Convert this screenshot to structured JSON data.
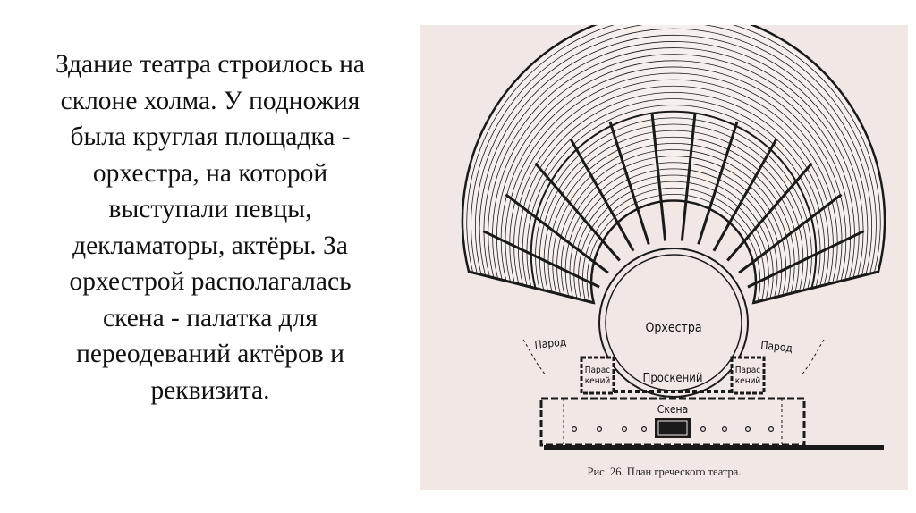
{
  "slide": {
    "text_lines": [
      "Здание театра строилось на",
      "склоне холма. У подножия",
      "была круглая площадка -",
      "орхестра, на которой",
      "выступали певцы,",
      "декламаторы, актёры. За",
      "орхестрой располагалась",
      "скена - палатка для",
      "переодеваний актёров и",
      "реквизита."
    ]
  },
  "figure": {
    "caption": "Рис. 26. План греческого театра.",
    "labels": {
      "orchestra": "Орхестра",
      "parodos_left": "Парод",
      "parodos_right": "Парод",
      "paraskenion_left_1": "Парас",
      "paraskenion_left_2": "кений",
      "paraskenion_right_1": "Парас",
      "paraskenion_right_2": "кений",
      "proskenion": "Проскений",
      "skena": "Скена"
    }
  },
  "colors": {
    "figure_background": "#f1e7e4",
    "ink": "#1a1a1a",
    "text": "#111111"
  }
}
